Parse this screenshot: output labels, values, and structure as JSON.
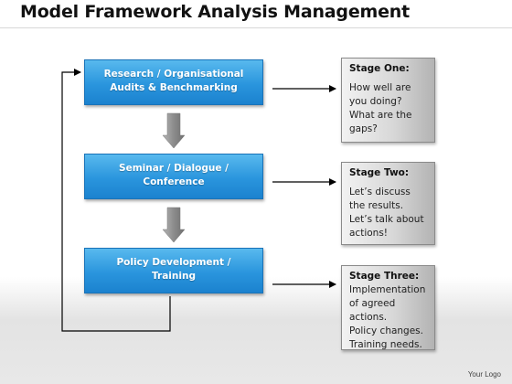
{
  "title": "Model Framework Analysis Management",
  "process_boxes": [
    {
      "line1": "Research / Organisational",
      "line2": "Audits & Benchmarking"
    },
    {
      "line1": "Seminar / Dialogue /",
      "line2": "Conference"
    },
    {
      "line1": "Policy Development /",
      "line2": "Training"
    }
  ],
  "stages": [
    {
      "label": "Stage One:",
      "text": "How well are\nyou doing?\nWhat are the\ngaps?"
    },
    {
      "label": "Stage Two:",
      "text": "Let’s discuss\nthe results.\nLet’s talk about\nactions!"
    },
    {
      "label": "Stage Three:",
      "text": "Implementation\nof agreed\nactions.\nPolicy changes.\nTraining needs."
    }
  ],
  "logo_text": "Your Logo",
  "colors": {
    "box_blue": "#2a95dd",
    "stage_grey": "#d8d8d8",
    "down_arrow": "#8c8c8c",
    "connector": "#000000"
  }
}
